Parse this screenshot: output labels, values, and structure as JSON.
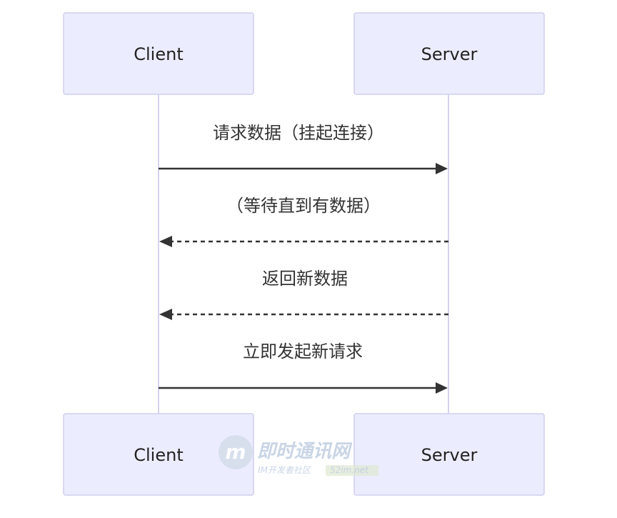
{
  "actors": [
    {
      "id": "client",
      "label": "Client"
    },
    {
      "id": "server",
      "label": "Server"
    }
  ],
  "messages": [
    {
      "from": "client",
      "to": "server",
      "label": "请求数据（挂起连接）",
      "style": "solid"
    },
    {
      "from": "server",
      "to": "client",
      "label": "（等待直到有数据）",
      "style": "dotted"
    },
    {
      "from": "server",
      "to": "client",
      "label": "返回新数据",
      "style": "dotted"
    },
    {
      "from": "client",
      "to": "server",
      "label": "立即发起新请求",
      "style": "solid"
    }
  ],
  "watermark": {
    "logo_letter": "m",
    "title": "即时通讯网",
    "subtitle": "IM开发者社区",
    "domain": "52im.net"
  },
  "colors": {
    "actor_fill": "#ececff",
    "actor_stroke": "#cfcfee",
    "lifeline": "#d4d4f0",
    "message": "#333333",
    "watermark": "#b9c8df"
  }
}
